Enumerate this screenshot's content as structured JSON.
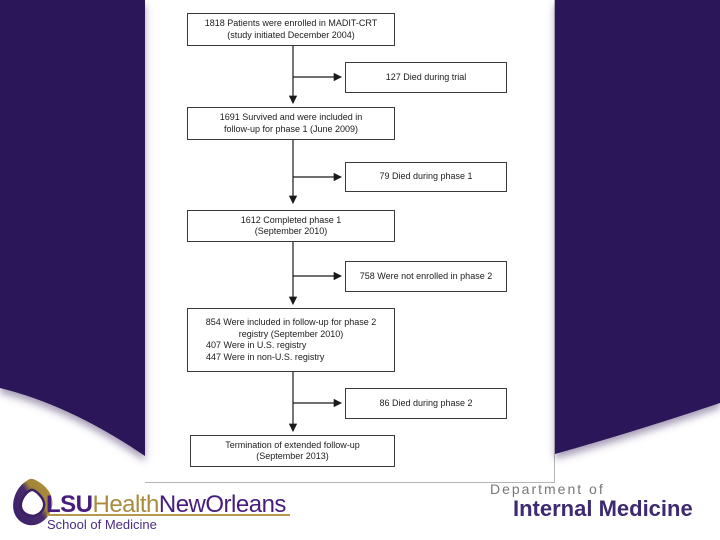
{
  "flowchart": {
    "main_boxes": [
      {
        "name": "enrolled",
        "lines": [
          "1818 Patients were enrolled in MADIT-CRT",
          "(study initiated December 2004)"
        ]
      },
      {
        "name": "survived-phase-1",
        "lines": [
          "1691 Survived and were included in",
          "follow-up for phase 1 (June 2009)"
        ]
      },
      {
        "name": "completed-phase-1",
        "lines": [
          "1612 Completed phase 1",
          "(September 2010)"
        ]
      },
      {
        "name": "phase-2-registry",
        "lines": [
          "854 Were included in follow-up for phase 2",
          "registry (September 2010)",
          "407 Were in U.S. registry",
          "447 Were in non-U.S. registry"
        ]
      },
      {
        "name": "termination",
        "lines": [
          "Termination of extended follow-up",
          "(September 2013)"
        ]
      }
    ],
    "side_boxes": [
      {
        "label": "127 Died during trial"
      },
      {
        "label": "79 Died during phase 1"
      },
      {
        "label": "758 Were not enrolled in phase 2"
      },
      {
        "label": "86 Died during phase 2"
      }
    ]
  },
  "footer": {
    "logo": {
      "lsu": "LSU",
      "health": "Health",
      "neworleans": "NewOrleans",
      "school": "School of Medicine"
    },
    "department": {
      "line1": "Department of",
      "line2": "Internal Medicine"
    }
  },
  "colors": {
    "background_purple": "#2B1259",
    "lsu_purple": "#461D7C",
    "lsu_gold": "#A98C3F",
    "gold_rule": "#B5994B",
    "dept_gray": "#77787B",
    "dept_purple": "#3D2A71",
    "box_border": "#3A3A3A"
  }
}
